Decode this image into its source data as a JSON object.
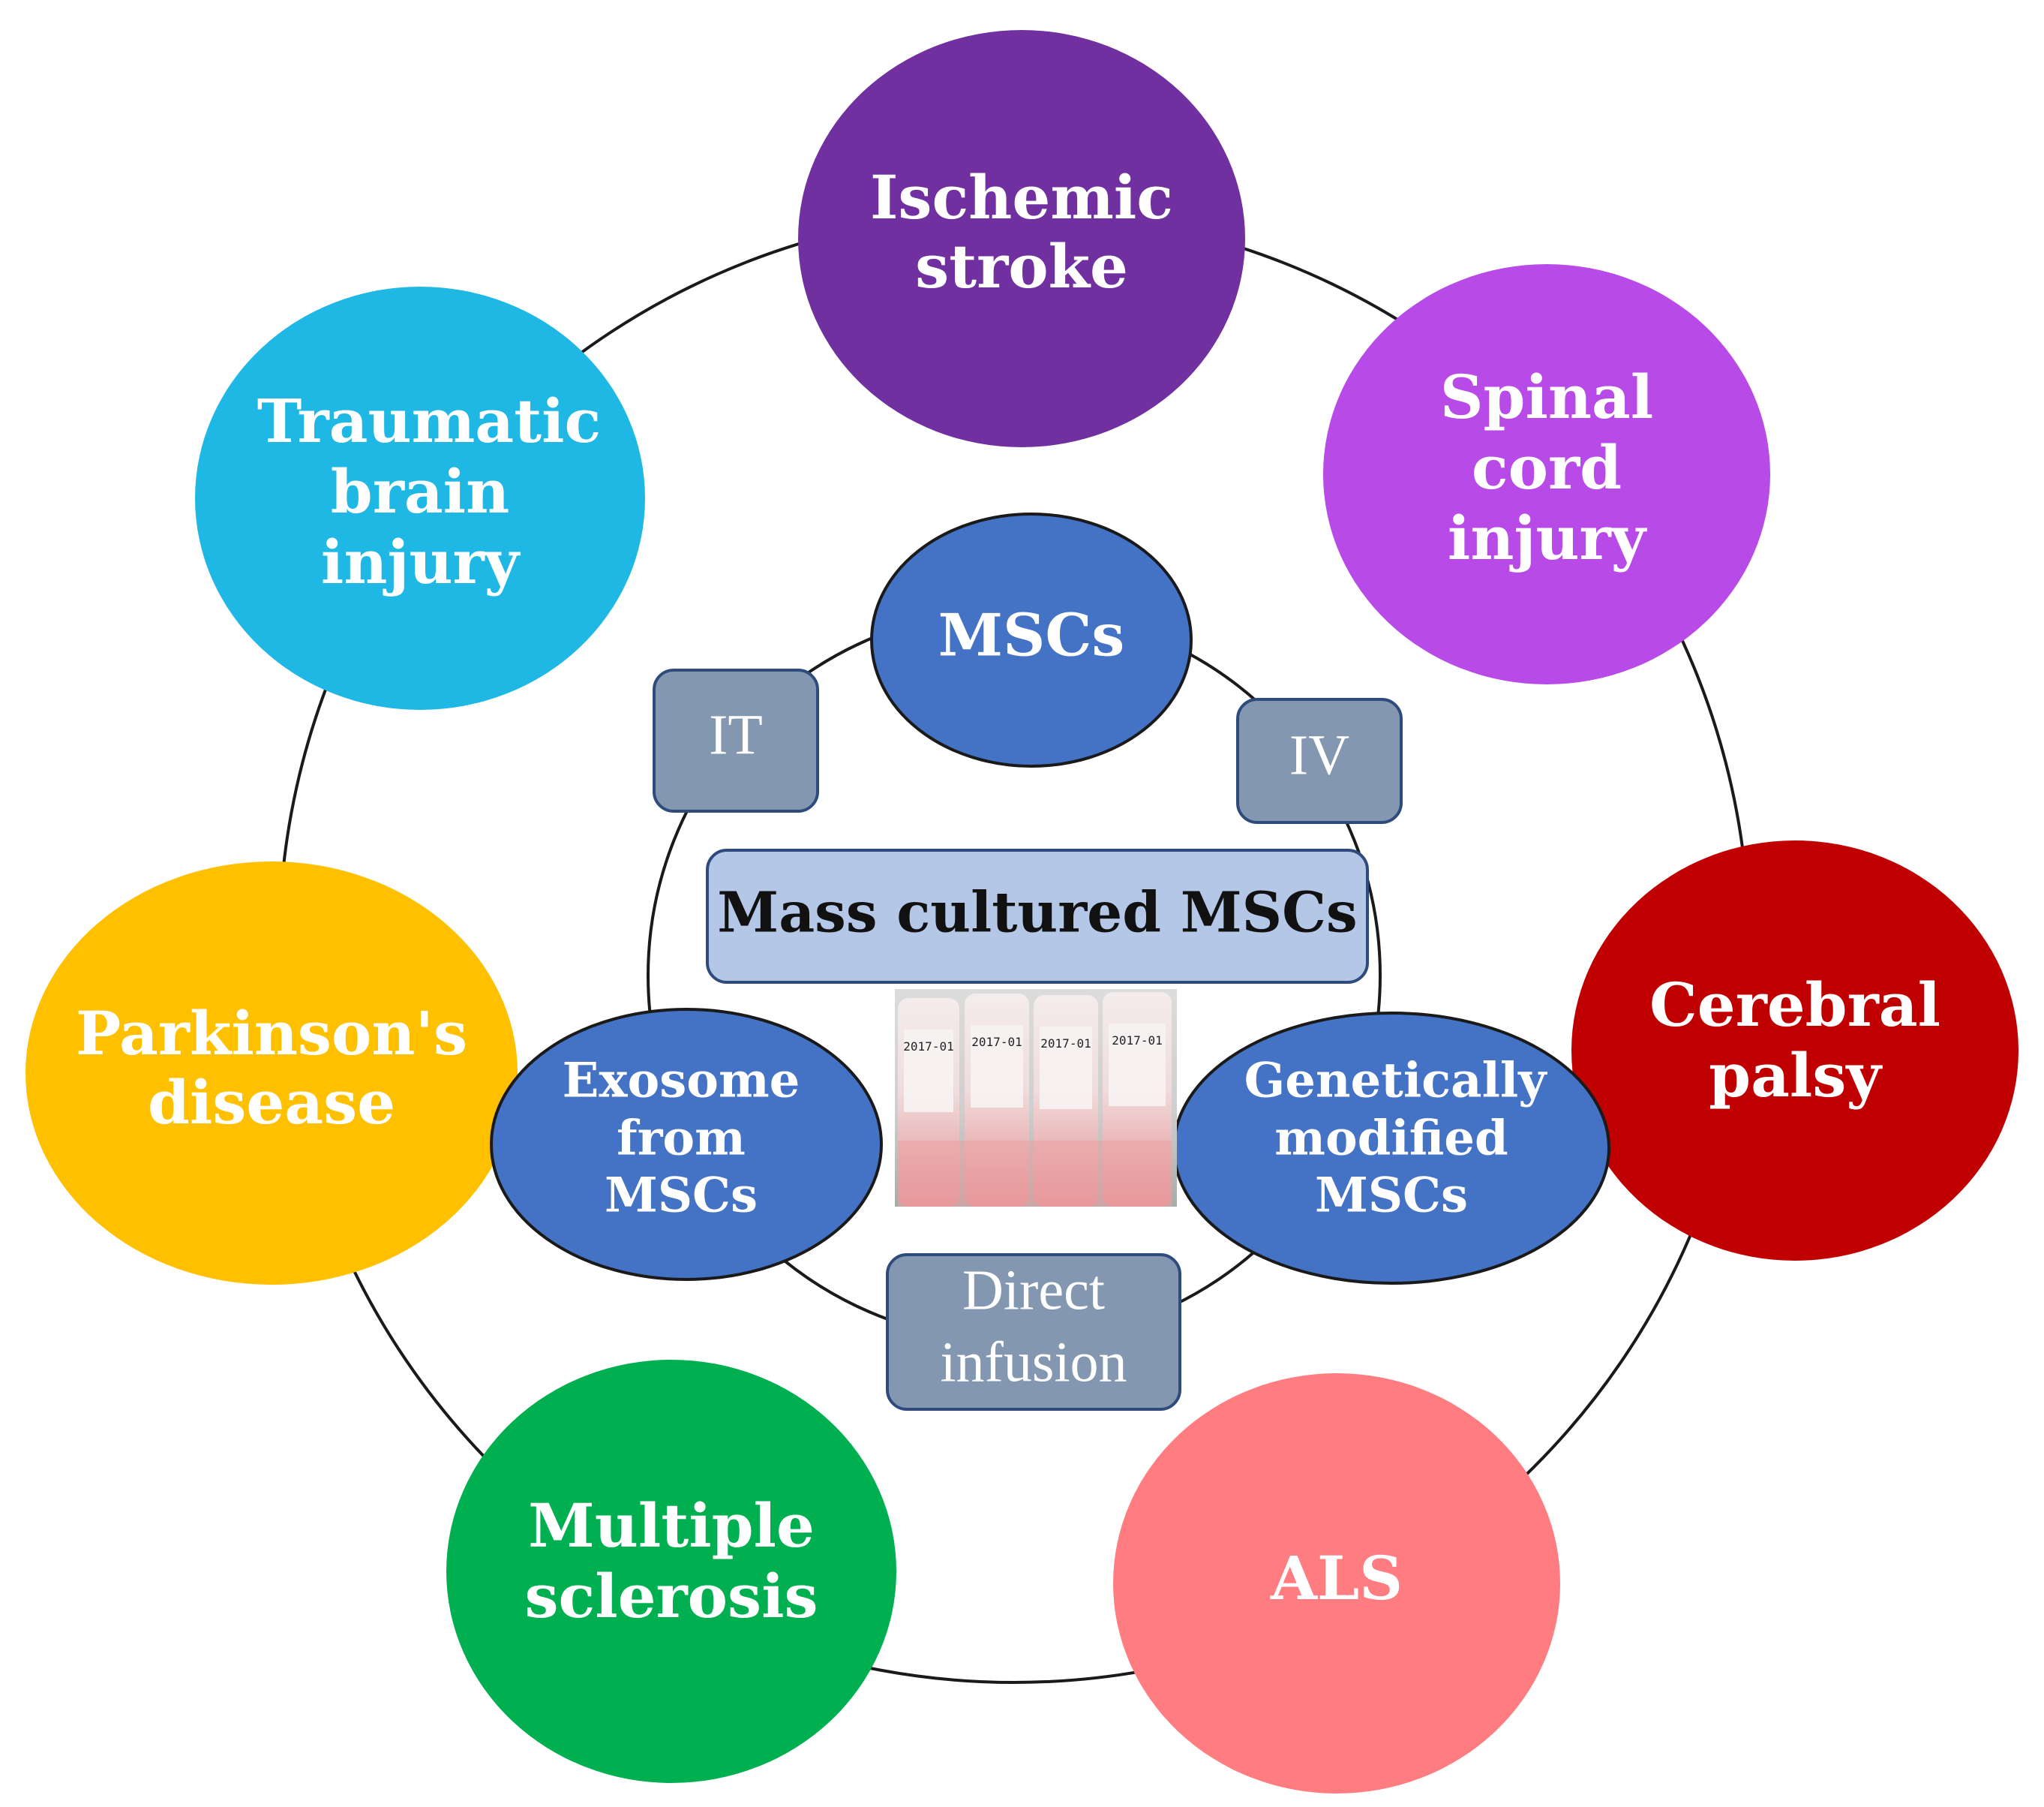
{
  "diseases": {
    "ischemic_stroke": {
      "line1": "Ischemic",
      "line2": "stroke",
      "color": "#7030A0"
    },
    "spinal_cord_injury": {
      "line1": "Spinal",
      "line2": "cord",
      "line3": "injury",
      "color": "#B84AE8"
    },
    "cerebral_palsy": {
      "line1": "Cerebral",
      "line2": "palsy",
      "color": "#C00000"
    },
    "als": {
      "line1": "ALS",
      "color": "#FF7C80"
    },
    "multiple_sclerosis": {
      "line1": "Multiple",
      "line2": "sclerosis",
      "color": "#00B050"
    },
    "parkinsons_disease": {
      "line1": "Parkinson's",
      "line2": "disease",
      "color": "#FFC000"
    },
    "traumatic_brain_injury": {
      "line1": "Traumatic",
      "line2": "brain",
      "line3": "injury",
      "color": "#1FB8E4"
    }
  },
  "cell_sources": {
    "mscs": {
      "line1": "MSCs"
    },
    "exosome": {
      "line1": "Exosome",
      "line2": "from",
      "line3": "MSCs"
    },
    "genetically_modified": {
      "line1": "Genetically",
      "line2": "modified",
      "line3": "MSCs"
    },
    "color": "#4472C4"
  },
  "routes": {
    "it": "IT",
    "iv": "IV",
    "direct_line1": "Direct",
    "direct_line2": "infusion",
    "color": "#8497B0"
  },
  "center": {
    "title": "Mass cultured MSCs",
    "color": "#B4C7E7",
    "photo_tube_labels": [
      "2017-01",
      "2017-01",
      "2017-01",
      "2017-01"
    ]
  }
}
